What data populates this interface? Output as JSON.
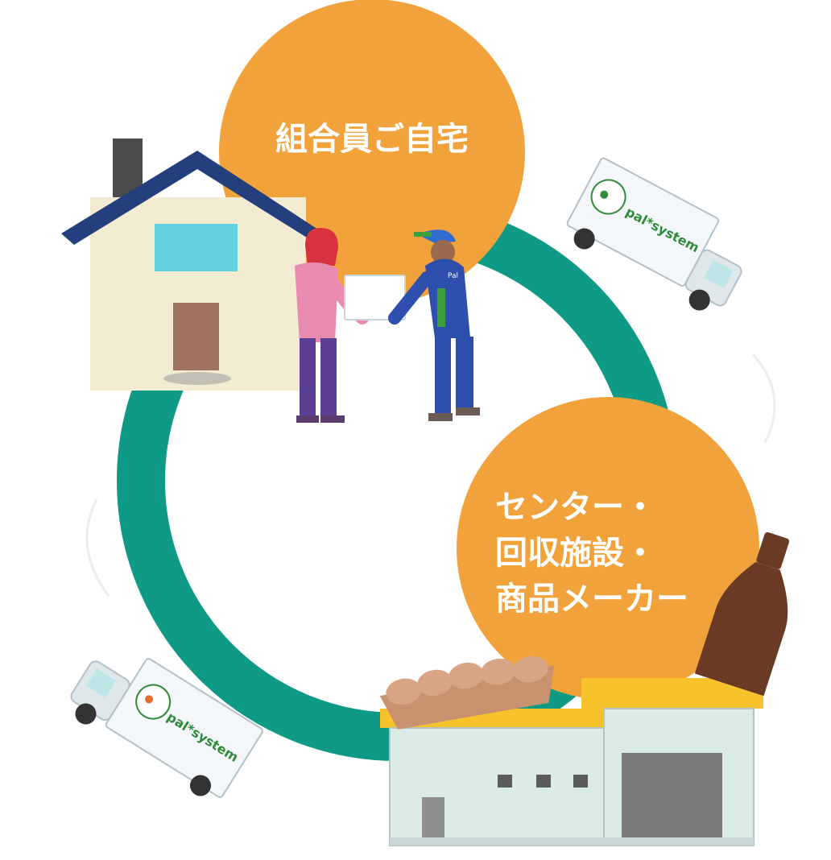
{
  "cycle": {
    "nodes": [
      {
        "id": "home",
        "lines": [
          "組合員ご自宅"
        ]
      },
      {
        "id": "center",
        "lines": [
          "センター・",
          "回収施設・",
          "商品メーカー"
        ]
      }
    ],
    "truck_brand": "pal*system",
    "uniform_badge": "Pal"
  },
  "colors": {
    "ring": "#0f9a85",
    "node_fill": "#f2a23a",
    "node_text": "#ffffff",
    "roof": "#233f7d",
    "house_wall": "#f3ecd2",
    "window": "#63d0e0",
    "door": "#a07260",
    "brand_green": "#2f8a3a",
    "building_roof": "#f8c22c",
    "building_wall": "#dbece8",
    "bottle": "#6b3a24",
    "egg_carton": "#c9926f"
  },
  "icons": [
    "house-icon",
    "delivery-truck-icon",
    "factory-icon",
    "bottle-icon",
    "egg-carton-icon",
    "member-person-icon",
    "driver-person-icon",
    "box-icon"
  ]
}
